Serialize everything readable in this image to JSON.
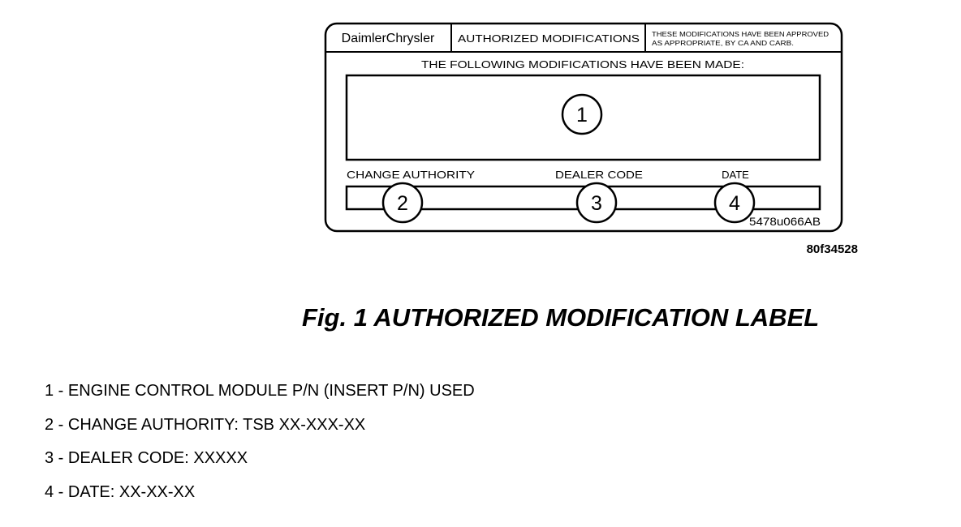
{
  "label": {
    "brand": "DaimlerChrysler",
    "heading": "AUTHORIZED MODIFICATIONS",
    "approval_note_line1": "THESE MODIFICATIONS HAVE BEEN APPROVED",
    "approval_note_line2": "AS APPROPRIATE, BY CA AND CARB.",
    "modifications_heading": "THE FOLLOWING MODIFICATIONS HAVE BEEN MADE:",
    "field_labels": [
      "CHANGE AUTHORITY",
      "DEALER CODE",
      "DATE"
    ],
    "part_code": "5478u066AB",
    "callouts": [
      "1",
      "2",
      "3",
      "4"
    ]
  },
  "figure_number": "80f34528",
  "caption": "Fig. 1 AUTHORIZED MODIFICATION LABEL",
  "legend": [
    "1 - ENGINE CONTROL MODULE P/N (INSERT P/N) USED",
    "2 - CHANGE AUTHORITY: TSB XX-XXX-XX",
    "3 - DEALER CODE: XXXXX",
    "4 - DATE: XX-XX-XX"
  ]
}
